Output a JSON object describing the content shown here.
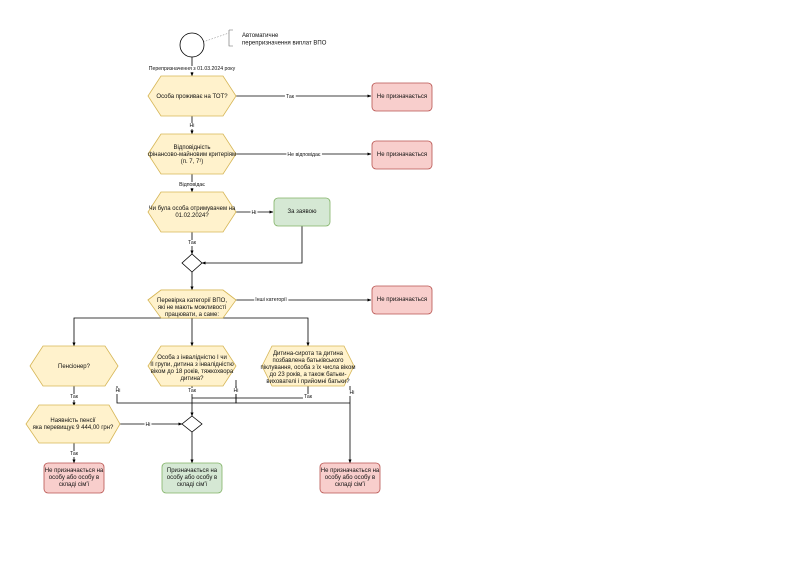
{
  "start": {
    "note_line1": "Автоматичне",
    "note_line2": "перепризначення виплат ВПО"
  },
  "decisions": {
    "tot": "Особа проживає на ТОТ?",
    "fin_line1": "Відповідність",
    "fin_line2": "фінансово-майновим критеріям",
    "fin_line3": "(п. 7, 7¹)",
    "recv_line1": "Чи була особа отримувачем на",
    "recv_line2": "01.02.2024?",
    "cat_line1": "Перевірка категорії ВПО,",
    "cat_line2": "які не мають можливості",
    "cat_line3": "працювати, а саме:",
    "pension": "Пенсіонер?",
    "dis_line1": "Особа з інвалідністю І чи",
    "dis_line2": "ІІ групи, дитина з інвалідністю",
    "dis_line3": "віком до 18 років, тяжкохвора",
    "dis_line4": "дитина?",
    "orph_line1": "Дитина-сирота та дитина",
    "orph_line2": "позбавлена батьківського",
    "orph_line3": "піклування, особа з їх числа віком",
    "orph_line4": "до 23 років, а також батьки-",
    "orph_line5": "вихователі і прийомні батьки?",
    "amount_line1": "Наявність пенсії",
    "amount_line2": "яка перевищує 9 444,00 грн?"
  },
  "results": {
    "not_assigned": "Не призначається",
    "by_application": "За заявою",
    "not_assigned_person_line1": "Не призначається на",
    "not_assigned_person_line2": "особу або особу в",
    "not_assigned_person_line3": "складі сім'ї",
    "assigned_person_line1": "Призначається на",
    "assigned_person_line2": "особу або особу в",
    "assigned_person_line3": "складі сім'ї"
  },
  "edge_labels": {
    "reassign": "Перепризначення з 01.03.2024 року",
    "yes": "Так",
    "no": "Ні",
    "not_compliant": "Не відповідає",
    "compliant": "Відповідає",
    "other_categories": "Інші категорії"
  },
  "colors": {
    "decision_fill": "#fff2cc",
    "decision_stroke": "#d6b656",
    "red_fill": "#f8cecc",
    "red_stroke": "#b85450",
    "green_fill": "#d5e8d4",
    "green_stroke": "#82b366"
  }
}
